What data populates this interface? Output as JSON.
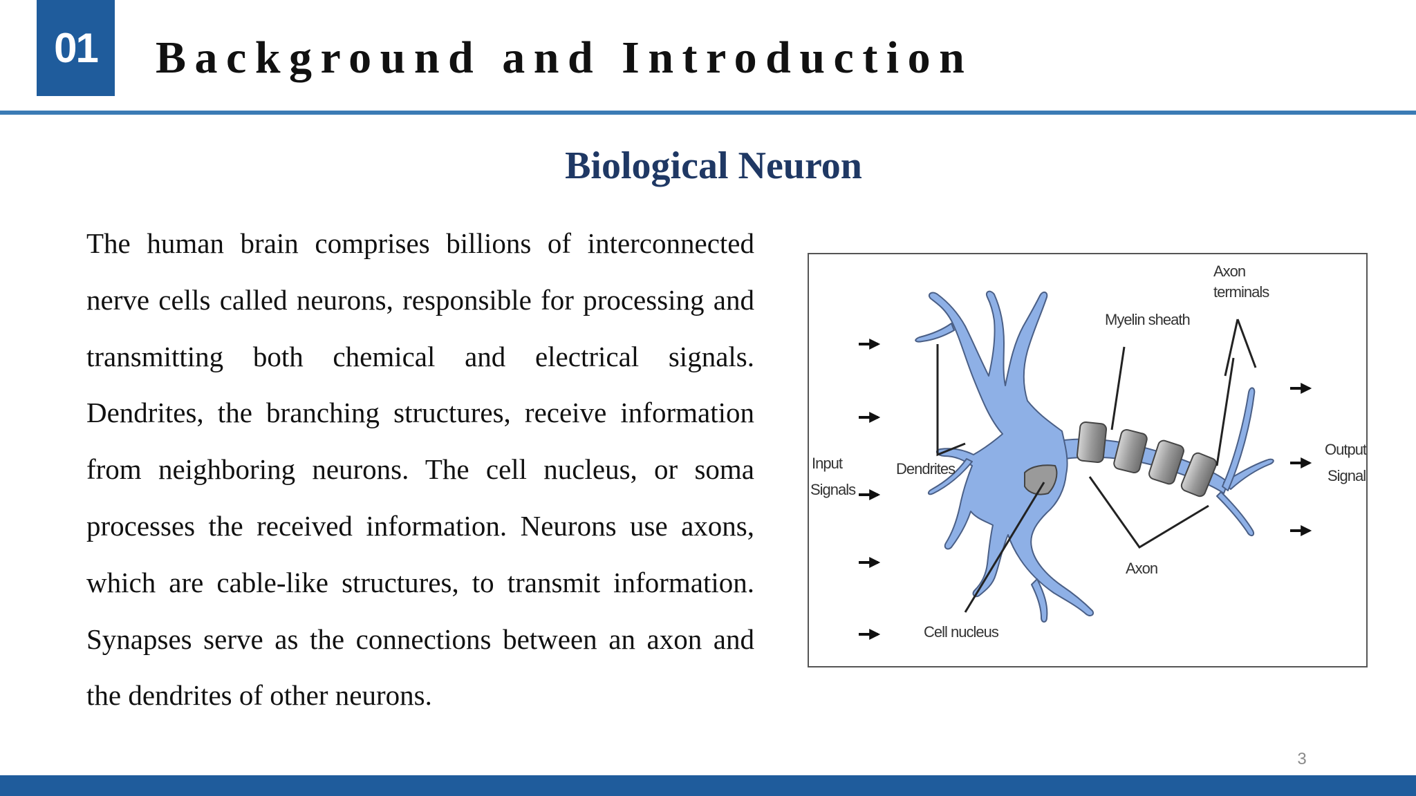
{
  "header": {
    "number": "01",
    "title": "Background and Introduction"
  },
  "slide": {
    "heading": "Biological Neuron",
    "body": "The human brain comprises billions of interconnected nerve cells called neurons, responsible for processing and transmitting both chemical and electrical signals. Dendrites, the branching structures, receive information from neighboring neurons. The cell nucleus, or soma processes the received information. Neurons use axons, which are cable-like structures, to transmit information. Synapses serve as the connections between an axon and the dendrites of other neurons.",
    "page_number": "3"
  },
  "figure": {
    "labels": {
      "axon_terminals_1": "Axon",
      "axon_terminals_2": "terminals",
      "myelin_sheath": "Myelin sheath",
      "input_1": "Input",
      "input_2": "Signals",
      "dendrites": "Dendrites",
      "output_1": "Output",
      "output_2": "Signals",
      "axon": "Axon",
      "cell_nucleus": "Cell nucleus"
    },
    "colors": {
      "neuron_fill": "#8eb0e6",
      "neuron_stroke": "#4a5f86",
      "myelin_fill": "#a8a8a8"
    }
  },
  "colors": {
    "accent": "#1f5c9c",
    "rule": "#3b7bb5",
    "heading": "#1f3864"
  }
}
